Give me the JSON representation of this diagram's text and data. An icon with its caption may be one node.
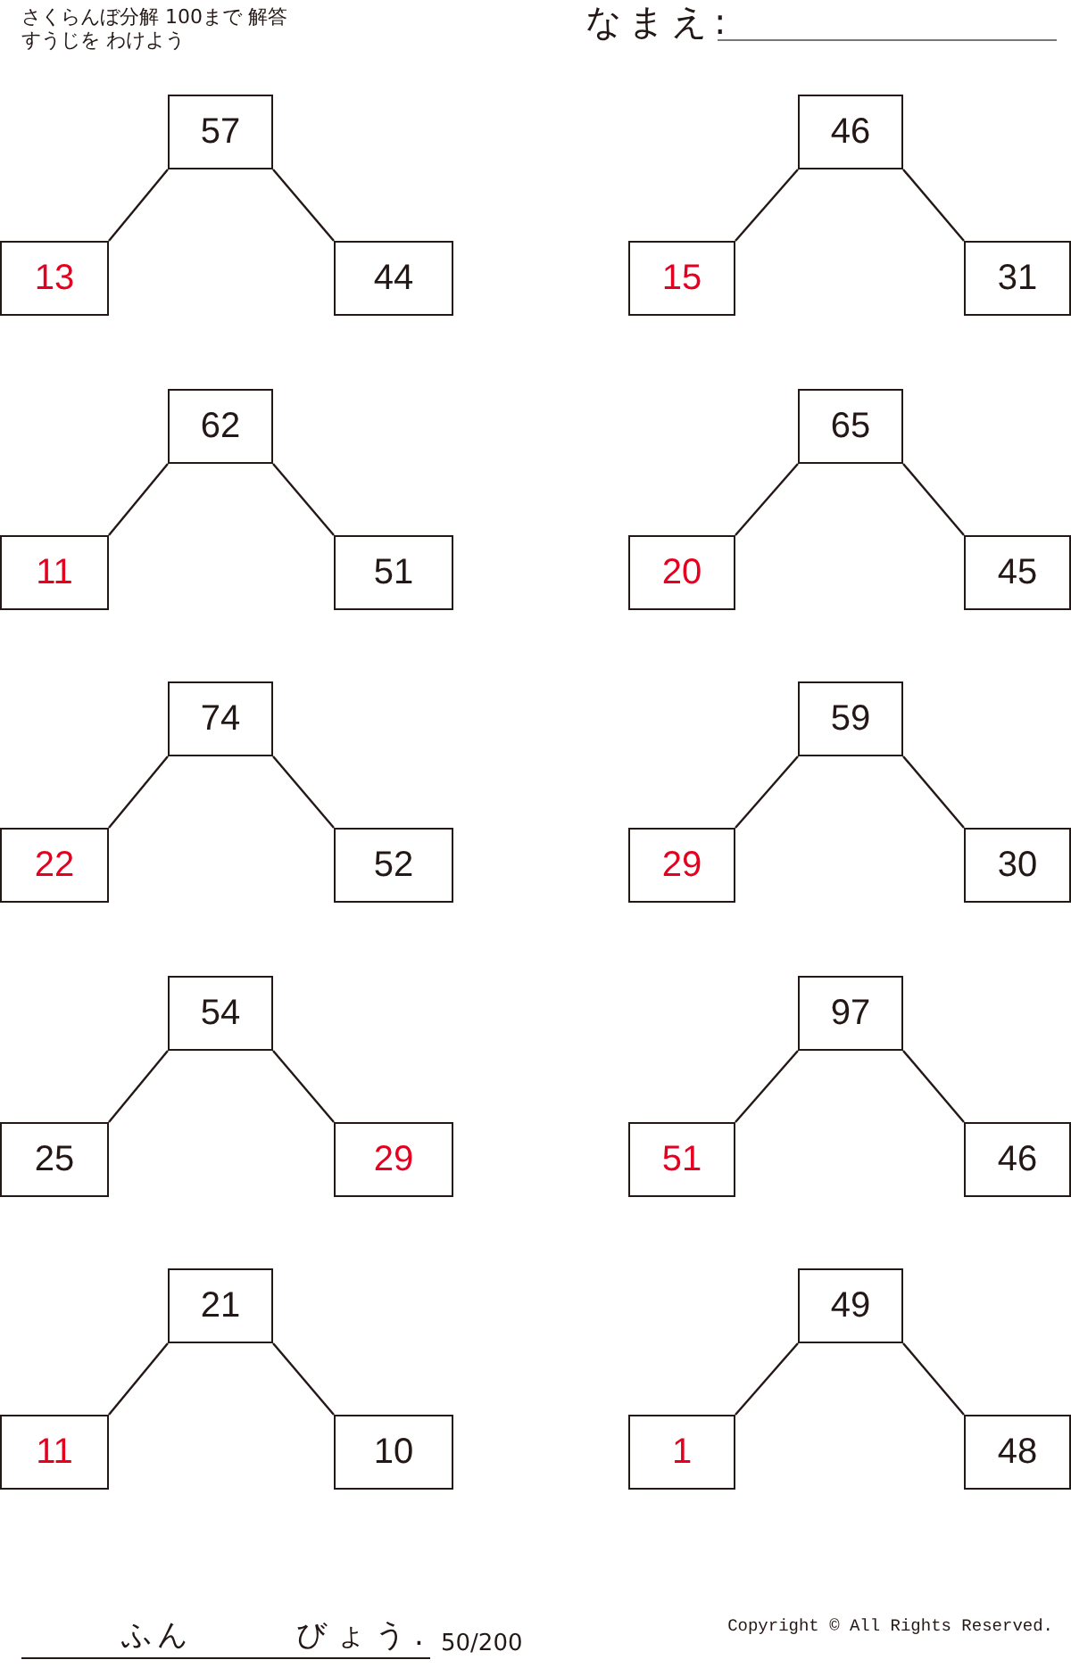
{
  "diagram": {
    "title": "さくらんぼ分解 100まで 解答",
    "nodes": [
      {
        "text": [
          "57"
        ]
      },
      {
        "text": [
          "13"
        ]
      },
      {
        "text": [
          "44"
        ]
      },
      {
        "text": [
          "46"
        ]
      },
      {
        "text": [
          "15"
        ]
      },
      {
        "text": [
          "31"
        ]
      },
      {
        "text": [
          "62"
        ]
      },
      {
        "text": [
          "11"
        ]
      },
      {
        "text": [
          "51"
        ]
      },
      {
        "text": [
          "65"
        ]
      },
      {
        "text": [
          "20"
        ]
      },
      {
        "text": [
          "45"
        ]
      },
      {
        "text": [
          "74"
        ]
      },
      {
        "text": [
          "22"
        ]
      },
      {
        "text": [
          "52"
        ]
      },
      {
        "text": [
          "59"
        ]
      },
      {
        "text": [
          "29"
        ]
      },
      {
        "text": [
          "30"
        ]
      },
      {
        "text": [
          "54"
        ]
      },
      {
        "text": [
          "25"
        ]
      },
      {
        "text": [
          "29"
        ]
      },
      {
        "text": [
          "97"
        ]
      },
      {
        "text": [
          "51"
        ]
      },
      {
        "text": [
          "46"
        ]
      },
      {
        "text": [
          "21"
        ]
      },
      {
        "text": [
          "11"
        ]
      },
      {
        "text": [
          "10"
        ]
      },
      {
        "text": [
          "49"
        ]
      },
      {
        "text": [
          "1"
        ]
      },
      {
        "text": [
          "48"
        ]
      }
    ],
    "edges": [
      {
        "from": 0,
        "to": 1,
        "arrow": "none"
      },
      {
        "from": 0,
        "to": 2,
        "arrow": "none"
      },
      {
        "from": 3,
        "to": 4,
        "arrow": "none"
      },
      {
        "from": 3,
        "to": 5,
        "arrow": "none"
      },
      {
        "from": 6,
        "to": 7,
        "arrow": "none"
      },
      {
        "from": 6,
        "to": 8,
        "arrow": "none"
      },
      {
        "from": 9,
        "to": 10,
        "arrow": "none"
      },
      {
        "from": 9,
        "to": 11,
        "arrow": "none"
      },
      {
        "from": 12,
        "to": 13,
        "arrow": "none"
      },
      {
        "from": 12,
        "to": 14,
        "arrow": "none"
      },
      {
        "from": 15,
        "to": 16,
        "arrow": "none"
      },
      {
        "from": 15,
        "to": 17,
        "arrow": "none"
      },
      {
        "from": 18,
        "to": 19,
        "arrow": "none"
      },
      {
        "from": 18,
        "to": 20,
        "arrow": "none"
      },
      {
        "from": 21,
        "to": 22,
        "arrow": "none"
      },
      {
        "from": 21,
        "to": 23,
        "arrow": "none"
      },
      {
        "from": 24,
        "to": 25,
        "arrow": "none"
      },
      {
        "from": 24,
        "to": 26,
        "arrow": "none"
      },
      {
        "from": 27,
        "to": 28,
        "arrow": "none"
      },
      {
        "from": 27,
        "to": 29,
        "arrow": "none"
      }
    ],
    "labels": [
      "すうじを わけよう",
      "なまえ:",
      "ふん",
      "びょう.",
      "50/200",
      "Copyright © All Rights Reserved."
    ]
  }
}
